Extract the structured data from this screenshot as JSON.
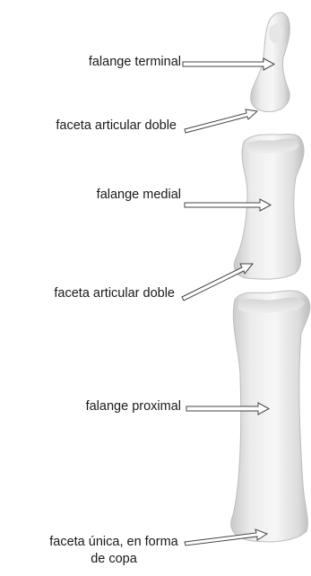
{
  "labels": {
    "falange_terminal": "falange terminal",
    "faceta_articular_doble_1": "faceta articular doble",
    "falange_medial": "falange medial",
    "faceta_articular_doble_2": "faceta articular doble",
    "falange_proximal": "falange proximal",
    "faceta_unica": "faceta única, en forma de copa"
  },
  "colors": {
    "text": "#1a1a1a",
    "arrow_outline": "#444444",
    "bone_light": "#f4f4f4",
    "bone_mid": "#d9d9d9",
    "bone_dark": "#b5b5b5"
  }
}
